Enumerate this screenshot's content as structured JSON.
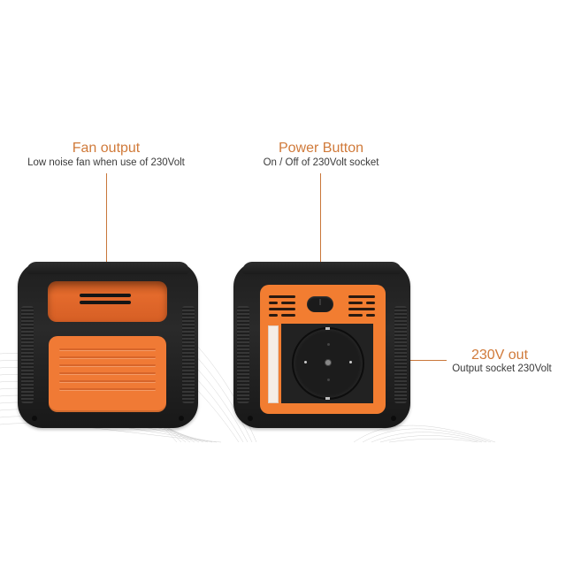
{
  "callouts": {
    "fan_output": {
      "title": "Fan output",
      "subtitle": "Low noise fan when use of 230Volt"
    },
    "power_button": {
      "title": "Power Button",
      "subtitle": "On / Off of 230Volt socket"
    },
    "output_230v": {
      "title": "230V out",
      "subtitle": "Output socket 230Volt"
    }
  },
  "devices": {
    "left": {
      "view": "rear",
      "features": [
        "fan-vent",
        "orange-grooved-panel"
      ]
    },
    "right": {
      "view": "front",
      "features": [
        "vent-grilles",
        "power-button",
        "schuko-socket",
        "warning-label"
      ]
    }
  },
  "colors": {
    "accent_orange": "#f07a35",
    "callout_title": "#d07a3a",
    "callout_text": "#3a3a3a",
    "case_black": "#1e1e1e",
    "background": "#ffffff"
  }
}
